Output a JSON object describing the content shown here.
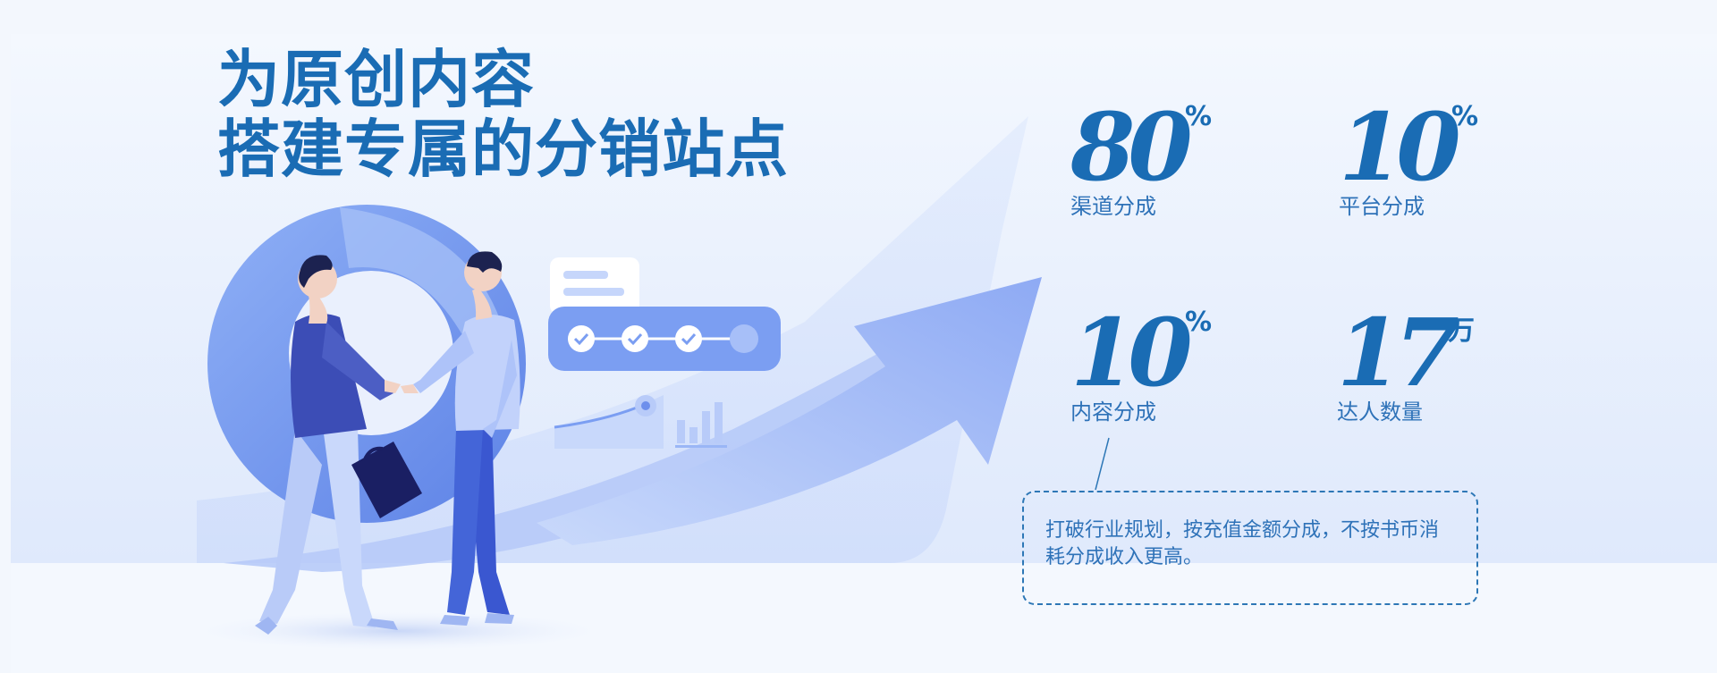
{
  "headline": {
    "line1": "为原创内容",
    "line2": "搭建专属的分销站点"
  },
  "stats": [
    {
      "value": "80",
      "unit": "%",
      "label": "渠道分成"
    },
    {
      "value": "10",
      "unit": "%",
      "label": "平台分成"
    },
    {
      "value": "10",
      "unit": "%",
      "label": "内容分成"
    },
    {
      "value": "17",
      "unit": "万",
      "label": "达人数量"
    }
  ],
  "callout": {
    "text": "打破行业规划，按充值金额分成，不按书币消耗分成收入更高。"
  },
  "colors": {
    "brand_blue": "#1a6cb4",
    "label_blue": "#2e72b8",
    "illustration_blue": "#7b9ef2"
  },
  "illustration": {
    "icons": [
      "handshake-illustration",
      "growth-arrow",
      "check-progress-card",
      "chat-bubble-icon",
      "area-chart-icon",
      "bar-chart-icon",
      "briefcase-icon"
    ]
  }
}
